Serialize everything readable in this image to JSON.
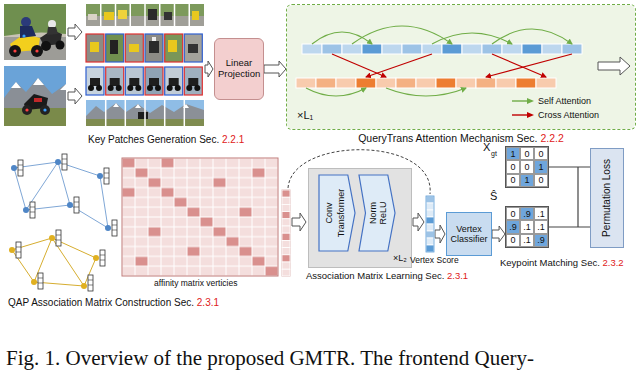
{
  "diagram": {
    "caption": "Fig. 1. Overview of the proposed GMTR. The frontend Query-",
    "nodes": [
      {
        "text": [
          "Linear Projection"
        ]
      },
      {
        "text": [
          "QueryTrans Attention Mechanism Sec.",
          "2.2.2",
          "×L₁"
        ]
      },
      {
        "text": [
          "Association Matrix Learning Sec.",
          "2.3.1",
          "×L₂"
        ]
      },
      {
        "text": [
          "Conv",
          "Transformer"
        ],
        "in": 2
      },
      {
        "text": [
          "Norm",
          "ReLU"
        ],
        "in": 2
      },
      {
        "text": [
          "Vertex Classifier"
        ]
      },
      {
        "text": [
          "1",
          "0",
          "0",
          "0",
          "0",
          "1",
          "0",
          "1",
          "0"
        ]
      },
      {
        "text": [
          "0",
          ".9",
          ".1",
          ".9",
          ".1",
          ".1",
          "0",
          ".1",
          ".9"
        ]
      },
      {
        "text": [
          "Permutation Loss"
        ]
      }
    ],
    "edges": [
      {
        "from": 0,
        "to": 1,
        "arrow": "to"
      },
      {
        "from": 5,
        "to": 7,
        "arrow": "to"
      },
      {
        "from": 6,
        "to": 8,
        "arrow": "none"
      },
      {
        "from": 7,
        "to": 8,
        "arrow": "none"
      }
    ],
    "labels": [
      "Key Patches Generation Sec.",
      "2.2.1",
      "QAP Association Matrix Construction Sec.",
      "2.3.1",
      "affinity matrix verticies",
      "Vertex Score",
      "X",
      "gt",
      "Ŝ",
      "Keypoint Matching Sec.",
      "2.3.2"
    ],
    "legend": [
      {
        "text": "Self Attention"
      },
      {
        "text": "Cross Attention"
      }
    ]
  }
}
